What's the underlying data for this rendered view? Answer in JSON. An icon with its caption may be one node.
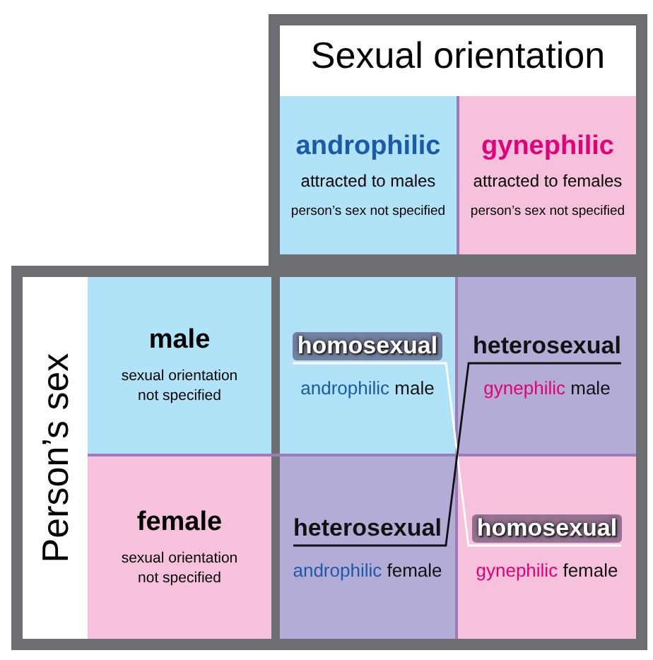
{
  "diagram": {
    "nodes": [
      {
        "text": [
          "Sexual orientation"
        ]
      },
      {
        "text": [
          "androphilic",
          "attracted to males",
          "person’s sex not specified"
        ],
        "in": 0
      },
      {
        "text": [
          "gynephilic",
          "attracted to females",
          "person’s sex not specified"
        ],
        "in": 0
      },
      {
        "text": [
          "Person’s sex"
        ]
      },
      {
        "text": [
          "male",
          "sexual orientation not specified"
        ],
        "in": 3
      },
      {
        "text": [
          "homosexual",
          "androphilic",
          "male"
        ],
        "in": 3
      },
      {
        "text": [
          "heterosexual",
          "gynephilic",
          "male"
        ],
        "in": 3
      },
      {
        "text": [
          "female",
          "sexual orientation not specified"
        ],
        "in": 3
      },
      {
        "text": [
          "heterosexual",
          "androphilic",
          "female"
        ],
        "in": 3
      },
      {
        "text": [
          "homosexual",
          "gynephilic",
          "female"
        ],
        "in": 3
      }
    ],
    "edges": [
      {
        "from": 5,
        "to": 9,
        "arrow": "none",
        "color": "#ffffff"
      },
      {
        "from": 6,
        "to": 8,
        "arrow": "none",
        "color": "#111111"
      }
    ]
  }
}
